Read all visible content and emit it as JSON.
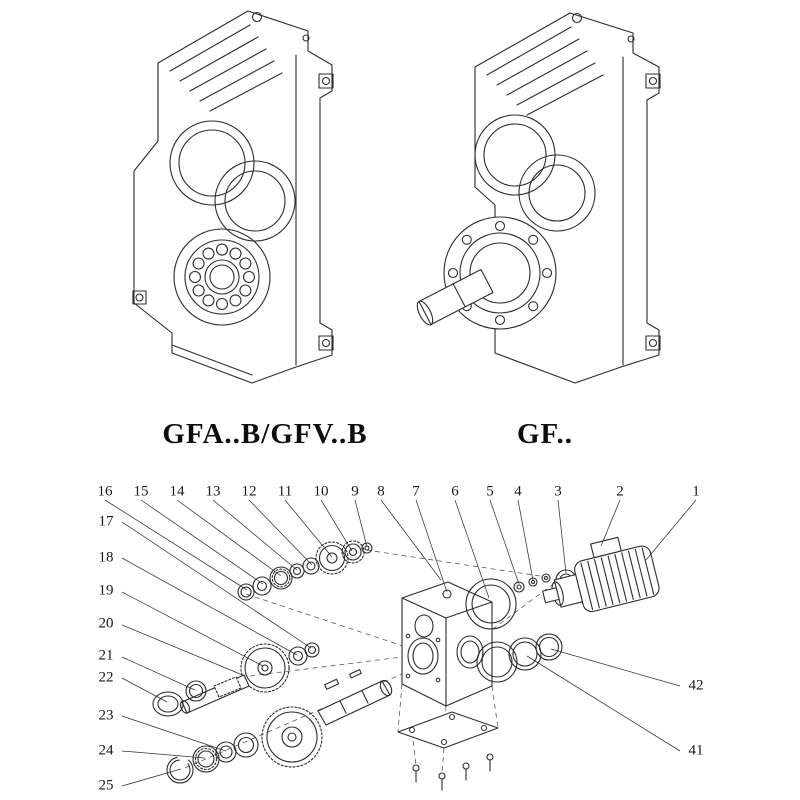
{
  "page": {
    "background": "#ffffff",
    "line_color": "#2c2c2c"
  },
  "drawings": {
    "left": {
      "label": "GFA..B/GFV..B",
      "description": "shaft-mounted parallel helical gear unit, isometric line drawing"
    },
    "right": {
      "label": "GF..",
      "description": "parallel helical gear unit with solid output shaft and flange, isometric line drawing"
    }
  },
  "exploded": {
    "top_numbers": [
      "16",
      "15",
      "14",
      "13",
      "12",
      "11",
      "10",
      "9",
      "8",
      "7",
      "6",
      "5",
      "4",
      "3",
      "2",
      "1"
    ],
    "left_numbers": [
      "17",
      "18",
      "19",
      "20",
      "21",
      "22",
      "23",
      "24",
      "25"
    ],
    "right_numbers": [
      "42",
      "41"
    ]
  }
}
